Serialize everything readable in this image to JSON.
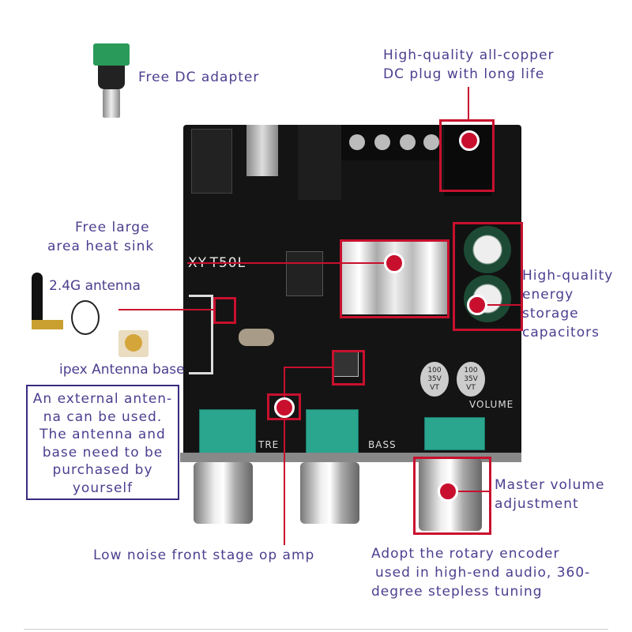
{
  "callouts": {
    "dc_adapter": "Free DC adapter",
    "dc_plug": [
      "High-quality all-copper",
      "DC plug with long life"
    ],
    "heat_sink": [
      "Free large",
      "area heat sink"
    ],
    "antenna": "2.4G antenna",
    "ipex_base": "ipex Antenna base",
    "capacitors": [
      "High-quality",
      "energy",
      "storage",
      "capacitors"
    ],
    "op_amp": "Low noise front stage op amp",
    "encoder": [
      "Adopt the rotary encoder",
      "used in high-end audio, 360-",
      "degree stepless tuning"
    ],
    "volume": [
      "Master volume",
      "adjustment"
    ]
  },
  "note_box": [
    "An external anten-",
    "na can be used.",
    "The antenna and",
    "base need to be",
    "purchased by",
    "yourself"
  ],
  "board": {
    "model": "XY-T50L",
    "tre_label": "TRE",
    "bass_label": "BASS",
    "volume_label": "VOLUME",
    "cap_marking": [
      "100",
      "35V",
      "VT"
    ]
  },
  "colors": {
    "accent": "#c8102e",
    "text": "#4b3f8f"
  }
}
